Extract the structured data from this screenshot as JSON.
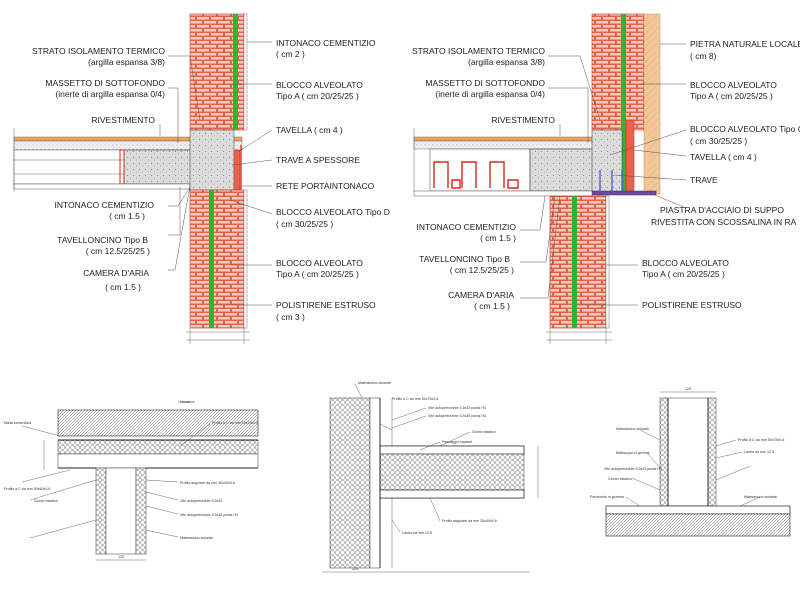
{
  "colors": {
    "brick": "#e8624a",
    "brick_line": "#b8372a",
    "insulation_green": "#2bb531",
    "orange_layer": "#f4a35a",
    "red_steel": "#d9261c",
    "stone": "#f3c79a",
    "concrete": "#d7d7d7",
    "blue_anchor": "#3a4fd6"
  },
  "detail_left": {
    "labels_left": [
      {
        "text": "STRATO ISOLAMENTO TERMICO"
      },
      {
        "text": "(argilla espansa 3/8)"
      },
      {
        "text": "MASSETTO DI SOTTOFONDO"
      },
      {
        "text": "(inerte di argilla espansa 0/4)"
      },
      {
        "text": "RIVESTIMENTO"
      },
      {
        "text": "INTONACO CEMENTIZIO"
      },
      {
        "text": "( cm 1.5 )"
      },
      {
        "text": "TAVELLONCINO Tipo B"
      },
      {
        "text": "( cm 12.5/25/25 )"
      },
      {
        "text": "CAMERA D'ARIA"
      },
      {
        "text": "( cm 1.5 )"
      }
    ],
    "labels_right": [
      {
        "text": "INTONACO CEMENTIZIO"
      },
      {
        "text": "( cm 2 )"
      },
      {
        "text": "BLOCCO ALVEOLATO"
      },
      {
        "text": "Tipo A ( cm 20/25/25 )"
      },
      {
        "text": "TAVELLA ( cm 4 )"
      },
      {
        "text": "TRAVE A SPESSORE"
      },
      {
        "text": "RETE PORTAINTONACO"
      },
      {
        "text": "BLOCCO ALVEOLATO Tipo D"
      },
      {
        "text": "( cm 30/25/25 )"
      },
      {
        "text": "BLOCCO ALVEOLATO"
      },
      {
        "text": "Tipo A ( cm 20/25/25 )"
      },
      {
        "text": "POLISTIRENE ESTRUSO"
      },
      {
        "text": "( cm 3 )"
      }
    ]
  },
  "detail_right": {
    "labels_left": [
      {
        "text": "STRATO ISOLAMENTO TERMICO"
      },
      {
        "text": "(argilla espansa 3/8)"
      },
      {
        "text": "MASSETTO DI SOTTOFONDO"
      },
      {
        "text": "(inerte di argilla espansa 0/4)"
      },
      {
        "text": "RIVESTIMENTO"
      },
      {
        "text": "INTONACO CEMENTIZIO"
      },
      {
        "text": "( cm 1.5 )"
      },
      {
        "text": "TAVELLONCINO Tipo B"
      },
      {
        "text": "( cm 12.5/25/25 )"
      },
      {
        "text": "CAMERA D'ARIA"
      },
      {
        "text": "( cm 1.5 )"
      }
    ],
    "labels_right": [
      {
        "text": "PIETRA NATURALE LOCALE"
      },
      {
        "text": "( cm 8)"
      },
      {
        "text": "BLOCCO ALVEOLATO"
      },
      {
        "text": "Tipo A ( cm 20/25/25 )"
      },
      {
        "text": "BLOCCO ALVEOLATO Tipo C"
      },
      {
        "text": "( cm 30/25/25 )"
      },
      {
        "text": "TAVELLA ( cm 4 )"
      },
      {
        "text": "TRAVE"
      },
      {
        "text": "PIASTRA D'ACCIAIO DI SUPPO"
      },
      {
        "text": "RIVESTITA CON SCOSSALINA IN RA"
      },
      {
        "text": "BLOCCO ALVEOLATO"
      },
      {
        "text": "Tipo A ( cm 20/25/25 )"
      },
      {
        "text": "POLISTIRENE ESTRUSO"
      }
    ]
  },
  "small_details": {
    "a": {
      "labels": [
        {
          "text": "Muratura"
        },
        {
          "text": "Malta cementizia"
        },
        {
          "text": "Profilo a C da mm 50x75x0.6"
        },
        {
          "text": "Profilo a C da mm 50x50x0.6"
        },
        {
          "text": "Giunto elastico"
        },
        {
          "text": "Profilo angolare da mm 30x40x0.6"
        },
        {
          "text": "Vite autoperforante 3.5x25"
        },
        {
          "text": "Vite autoperforante 3.5x35 punta H3"
        },
        {
          "text": "Materassino isolante"
        }
      ],
      "dims": [
        {
          "text": "125"
        }
      ]
    },
    "b": {
      "labels": [
        {
          "text": "Materassino isolante"
        },
        {
          "text": "Profilo a C da mm 50x75x0.6"
        },
        {
          "text": "Vite autoperforante 3.5x25 punta H3"
        },
        {
          "text": "Vite autoperforante 3.5x35 punta H3"
        },
        {
          "text": "Giunto elastico"
        },
        {
          "text": "Passaggio impianti"
        },
        {
          "text": "Profilo angolare da mm 30x40x0.6"
        },
        {
          "text": "Lastra da mm 12.5"
        }
      ],
      "dims": [
        {
          "text": "125"
        }
      ]
    },
    "c": {
      "labels": [
        {
          "text": "Materassino isolante"
        },
        {
          "text": "Profilo a C da mm 50x75x0.6"
        },
        {
          "text": "Lastra da mm 12.5"
        },
        {
          "text": "Battiscopa in gomma"
        },
        {
          "text": "Vite autoperforante 3.5x25 punta H3"
        },
        {
          "text": "Giunto elastico"
        },
        {
          "text": "Pavimento in gomma"
        },
        {
          "text": "Materassino isolante"
        }
      ],
      "dims": [
        {
          "text": "125"
        }
      ]
    }
  }
}
